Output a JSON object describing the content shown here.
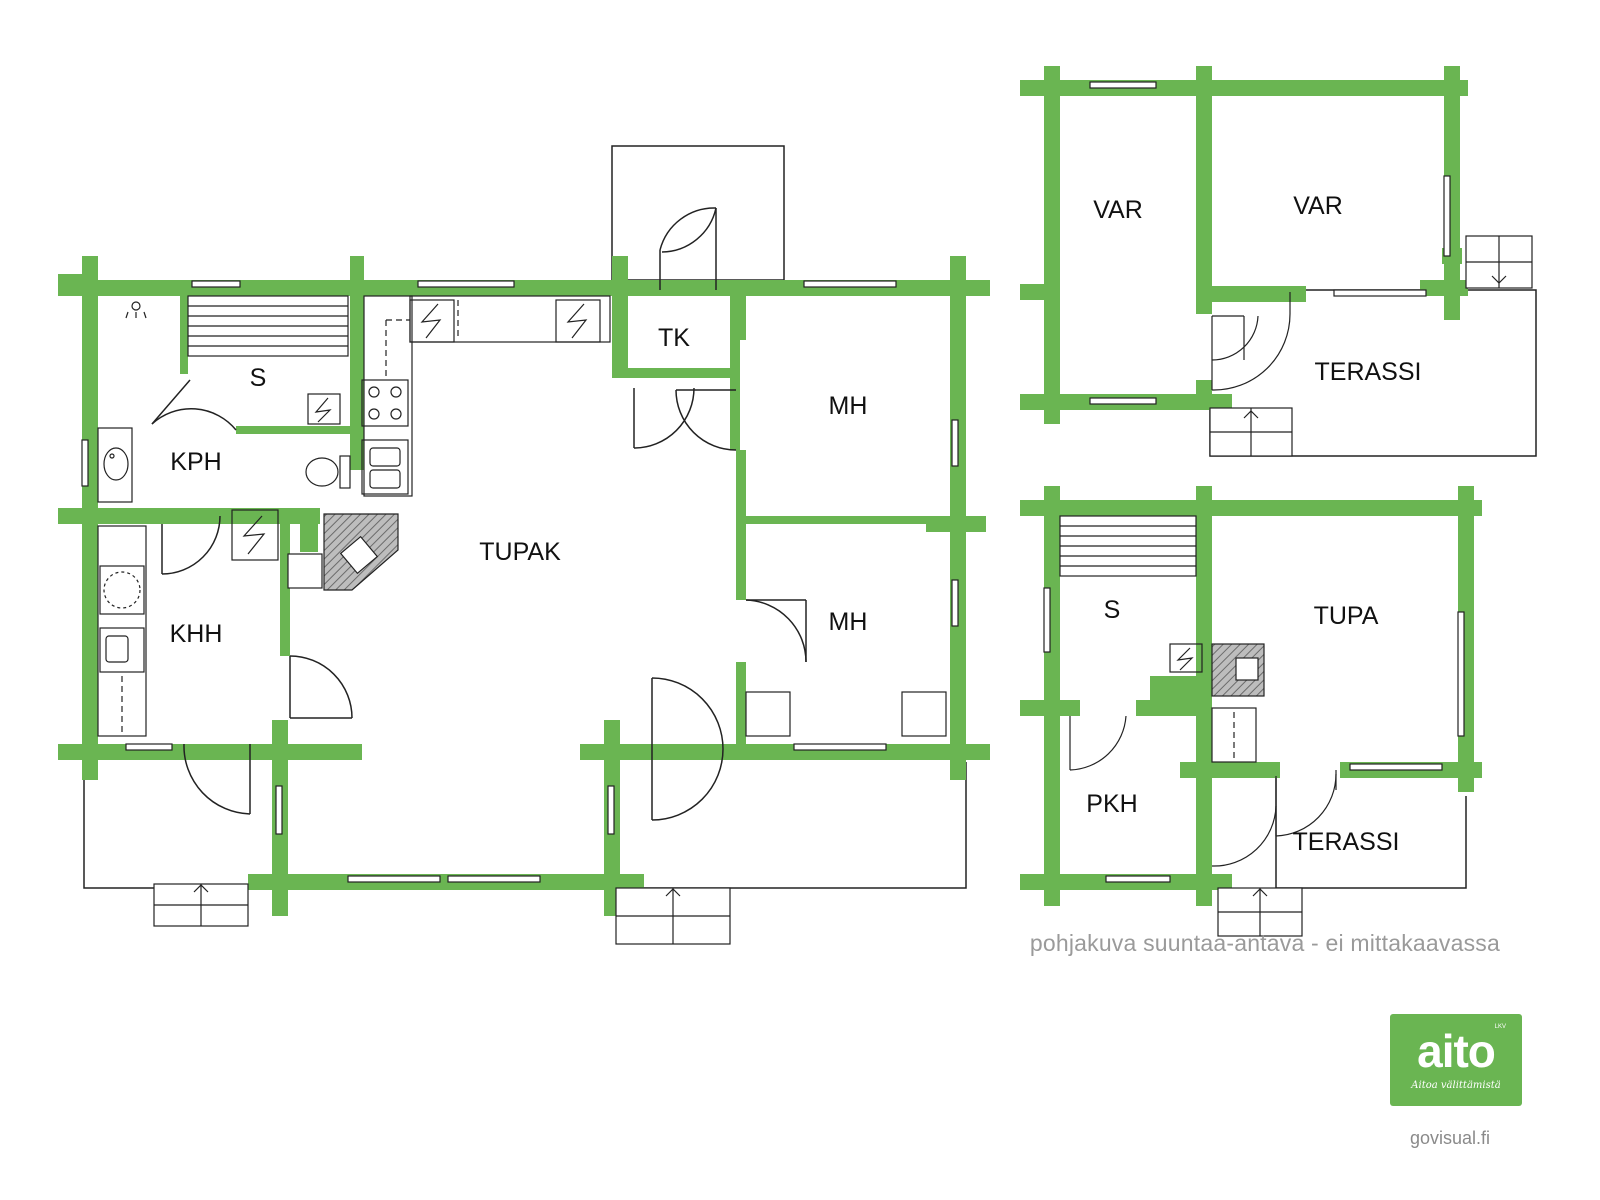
{
  "colors": {
    "wall": "#6ab552",
    "line": "#222222",
    "caption": "#9a9a9a",
    "logo_bg": "#6ab552"
  },
  "house": {
    "rooms": {
      "s": "S",
      "kph": "KPH",
      "khh": "KHH",
      "tk": "TK",
      "tupak": "TUPAK",
      "mh_upper": "MH",
      "mh_lower": "MH"
    }
  },
  "storage": {
    "rooms": {
      "var_left": "VAR",
      "var_right": "VAR",
      "terassi": "TERASSI"
    }
  },
  "sauna": {
    "rooms": {
      "s": "S",
      "tupa": "TUPA",
      "pkh": "PKH",
      "terassi": "TERASSI"
    }
  },
  "icons": [
    "shower-icon",
    "sauna-bench-icon",
    "electric-stove-icon",
    "sink-icon",
    "toilet-icon",
    "cooktop-icon",
    "fireplace-icon",
    "stairs-arrow-icon"
  ],
  "caption": "pohjakuva suuntaa-antava - ei mittakaavassa",
  "logo": {
    "word": "aito",
    "tag": "LKV",
    "slogan": "Aitoa välittämistä"
  },
  "credit": "govisual.fi"
}
